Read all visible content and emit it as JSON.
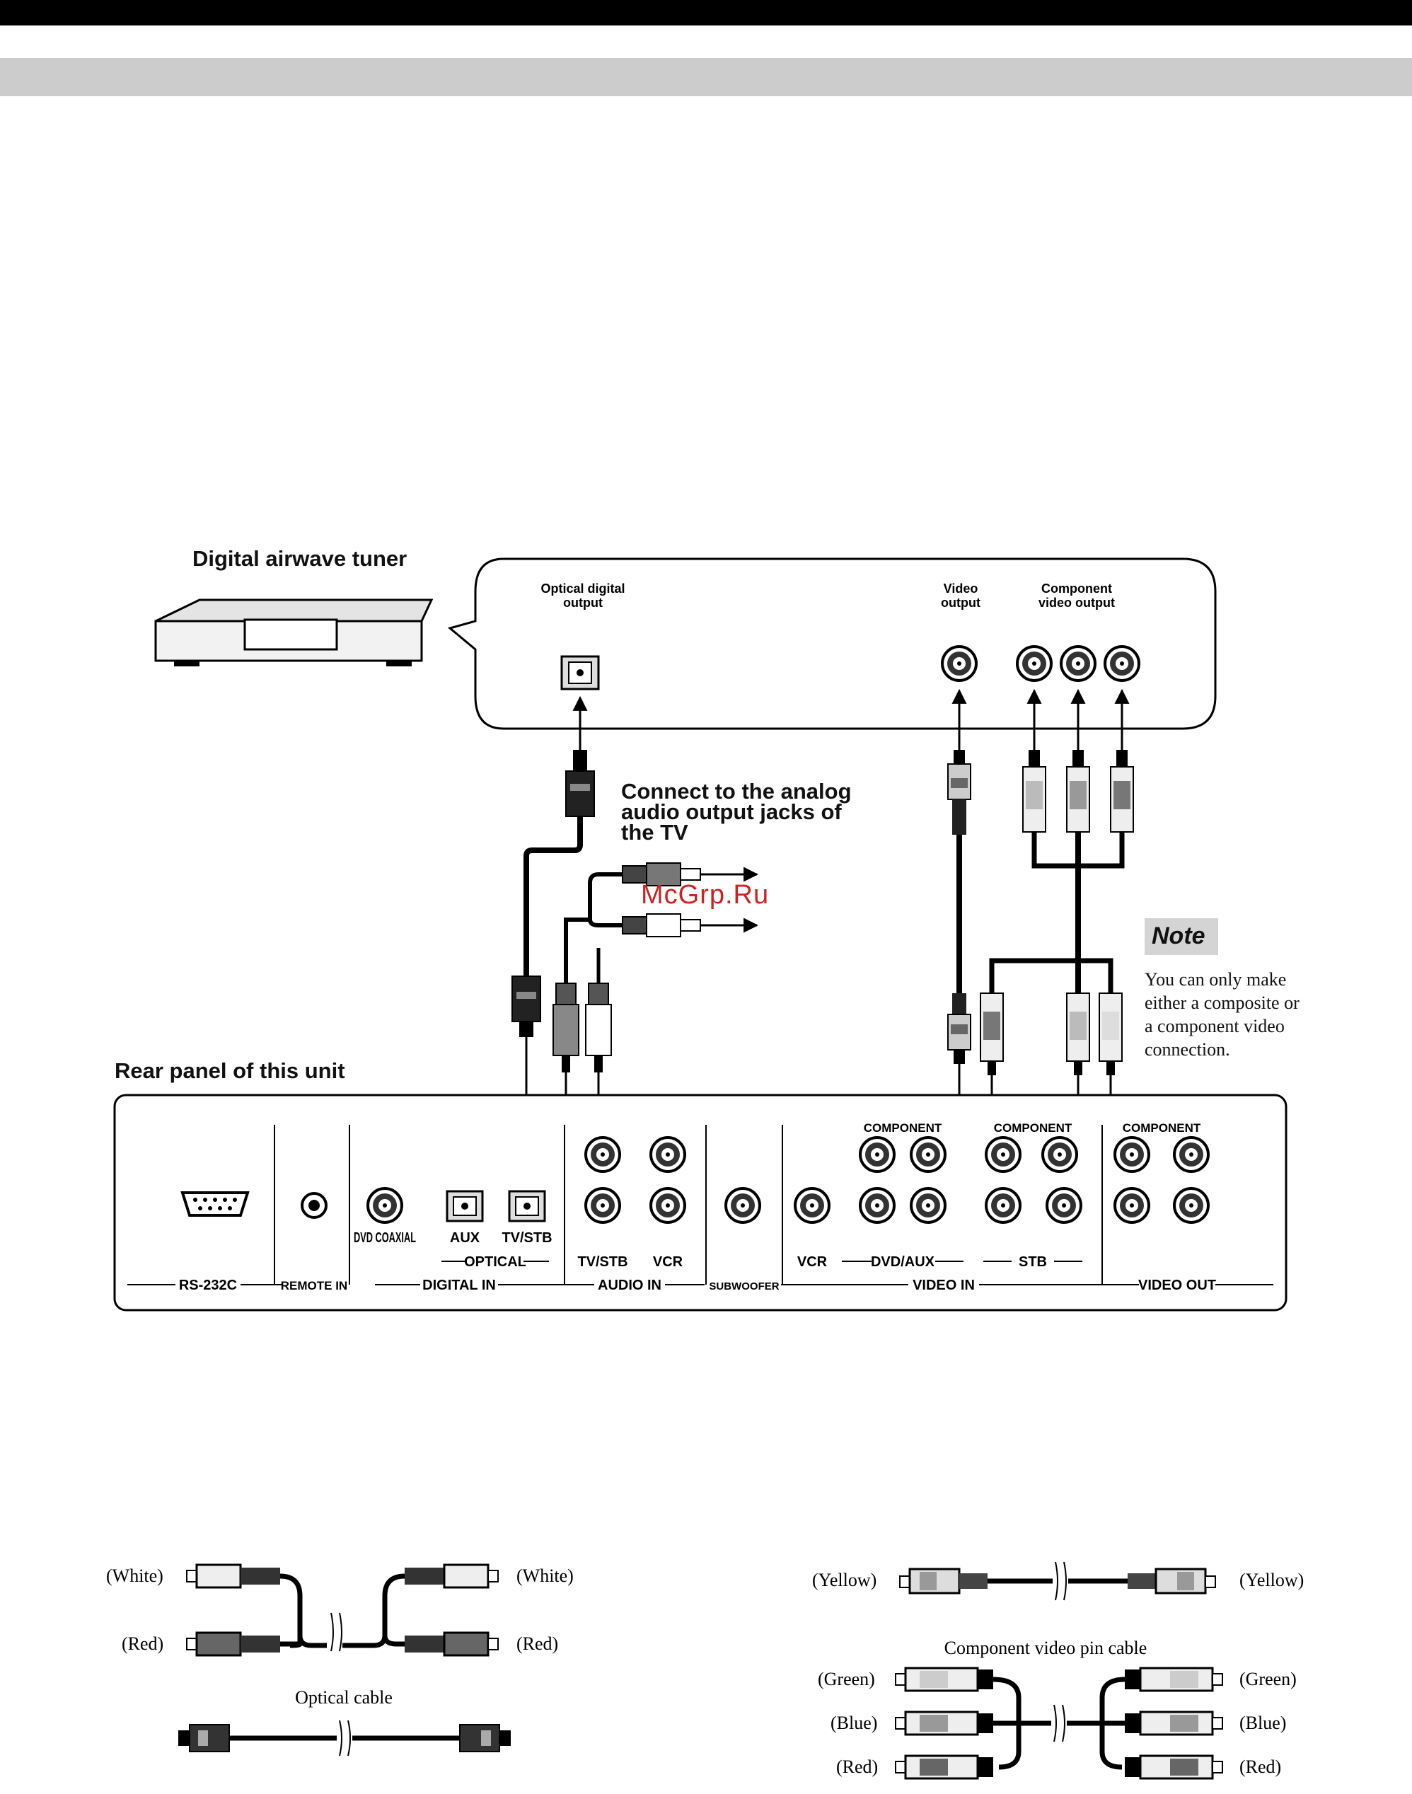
{
  "tuner": {
    "title": "Digital airwave tuner",
    "optical_out_label": "Optical digital output",
    "video_out_label": "Video output",
    "component_out_label": "Component video output"
  },
  "connect_note": "Connect to the analog audio output jacks of the TV",
  "watermark": "McGrp.Ru",
  "note": {
    "title": "Note",
    "text": "You can only make either a composite or a component video connection."
  },
  "rear_panel": {
    "title": "Rear panel of this unit",
    "labels": {
      "dvd_coaxial": "DVD COAXIAL",
      "aux": "AUX",
      "tvstb_opt": "TV/STB",
      "optical": "OPTICAL",
      "tvstb_audio": "TV/STB",
      "vcr_audio": "VCR",
      "vcr_video": "VCR",
      "dvd_aux": "DVD/AUX",
      "stb": "STB",
      "component1": "COMPONENT",
      "component2": "COMPONENT",
      "component3": "COMPONENT"
    },
    "sections": {
      "rs232c": "RS-232C",
      "remote_in": "REMOTE IN",
      "digital_in": "DIGITAL IN",
      "audio_in": "AUDIO IN",
      "subwoofer": "SUBWOOFER",
      "video_in": "VIDEO IN",
      "video_out": "VIDEO OUT"
    }
  },
  "cables": {
    "white": "(White)",
    "red": "(Red)",
    "optical_cable": "Optical cable",
    "yellow": "(Yellow)",
    "component_cable": "Component video pin cable",
    "green": "(Green)",
    "blue": "(Blue)"
  }
}
